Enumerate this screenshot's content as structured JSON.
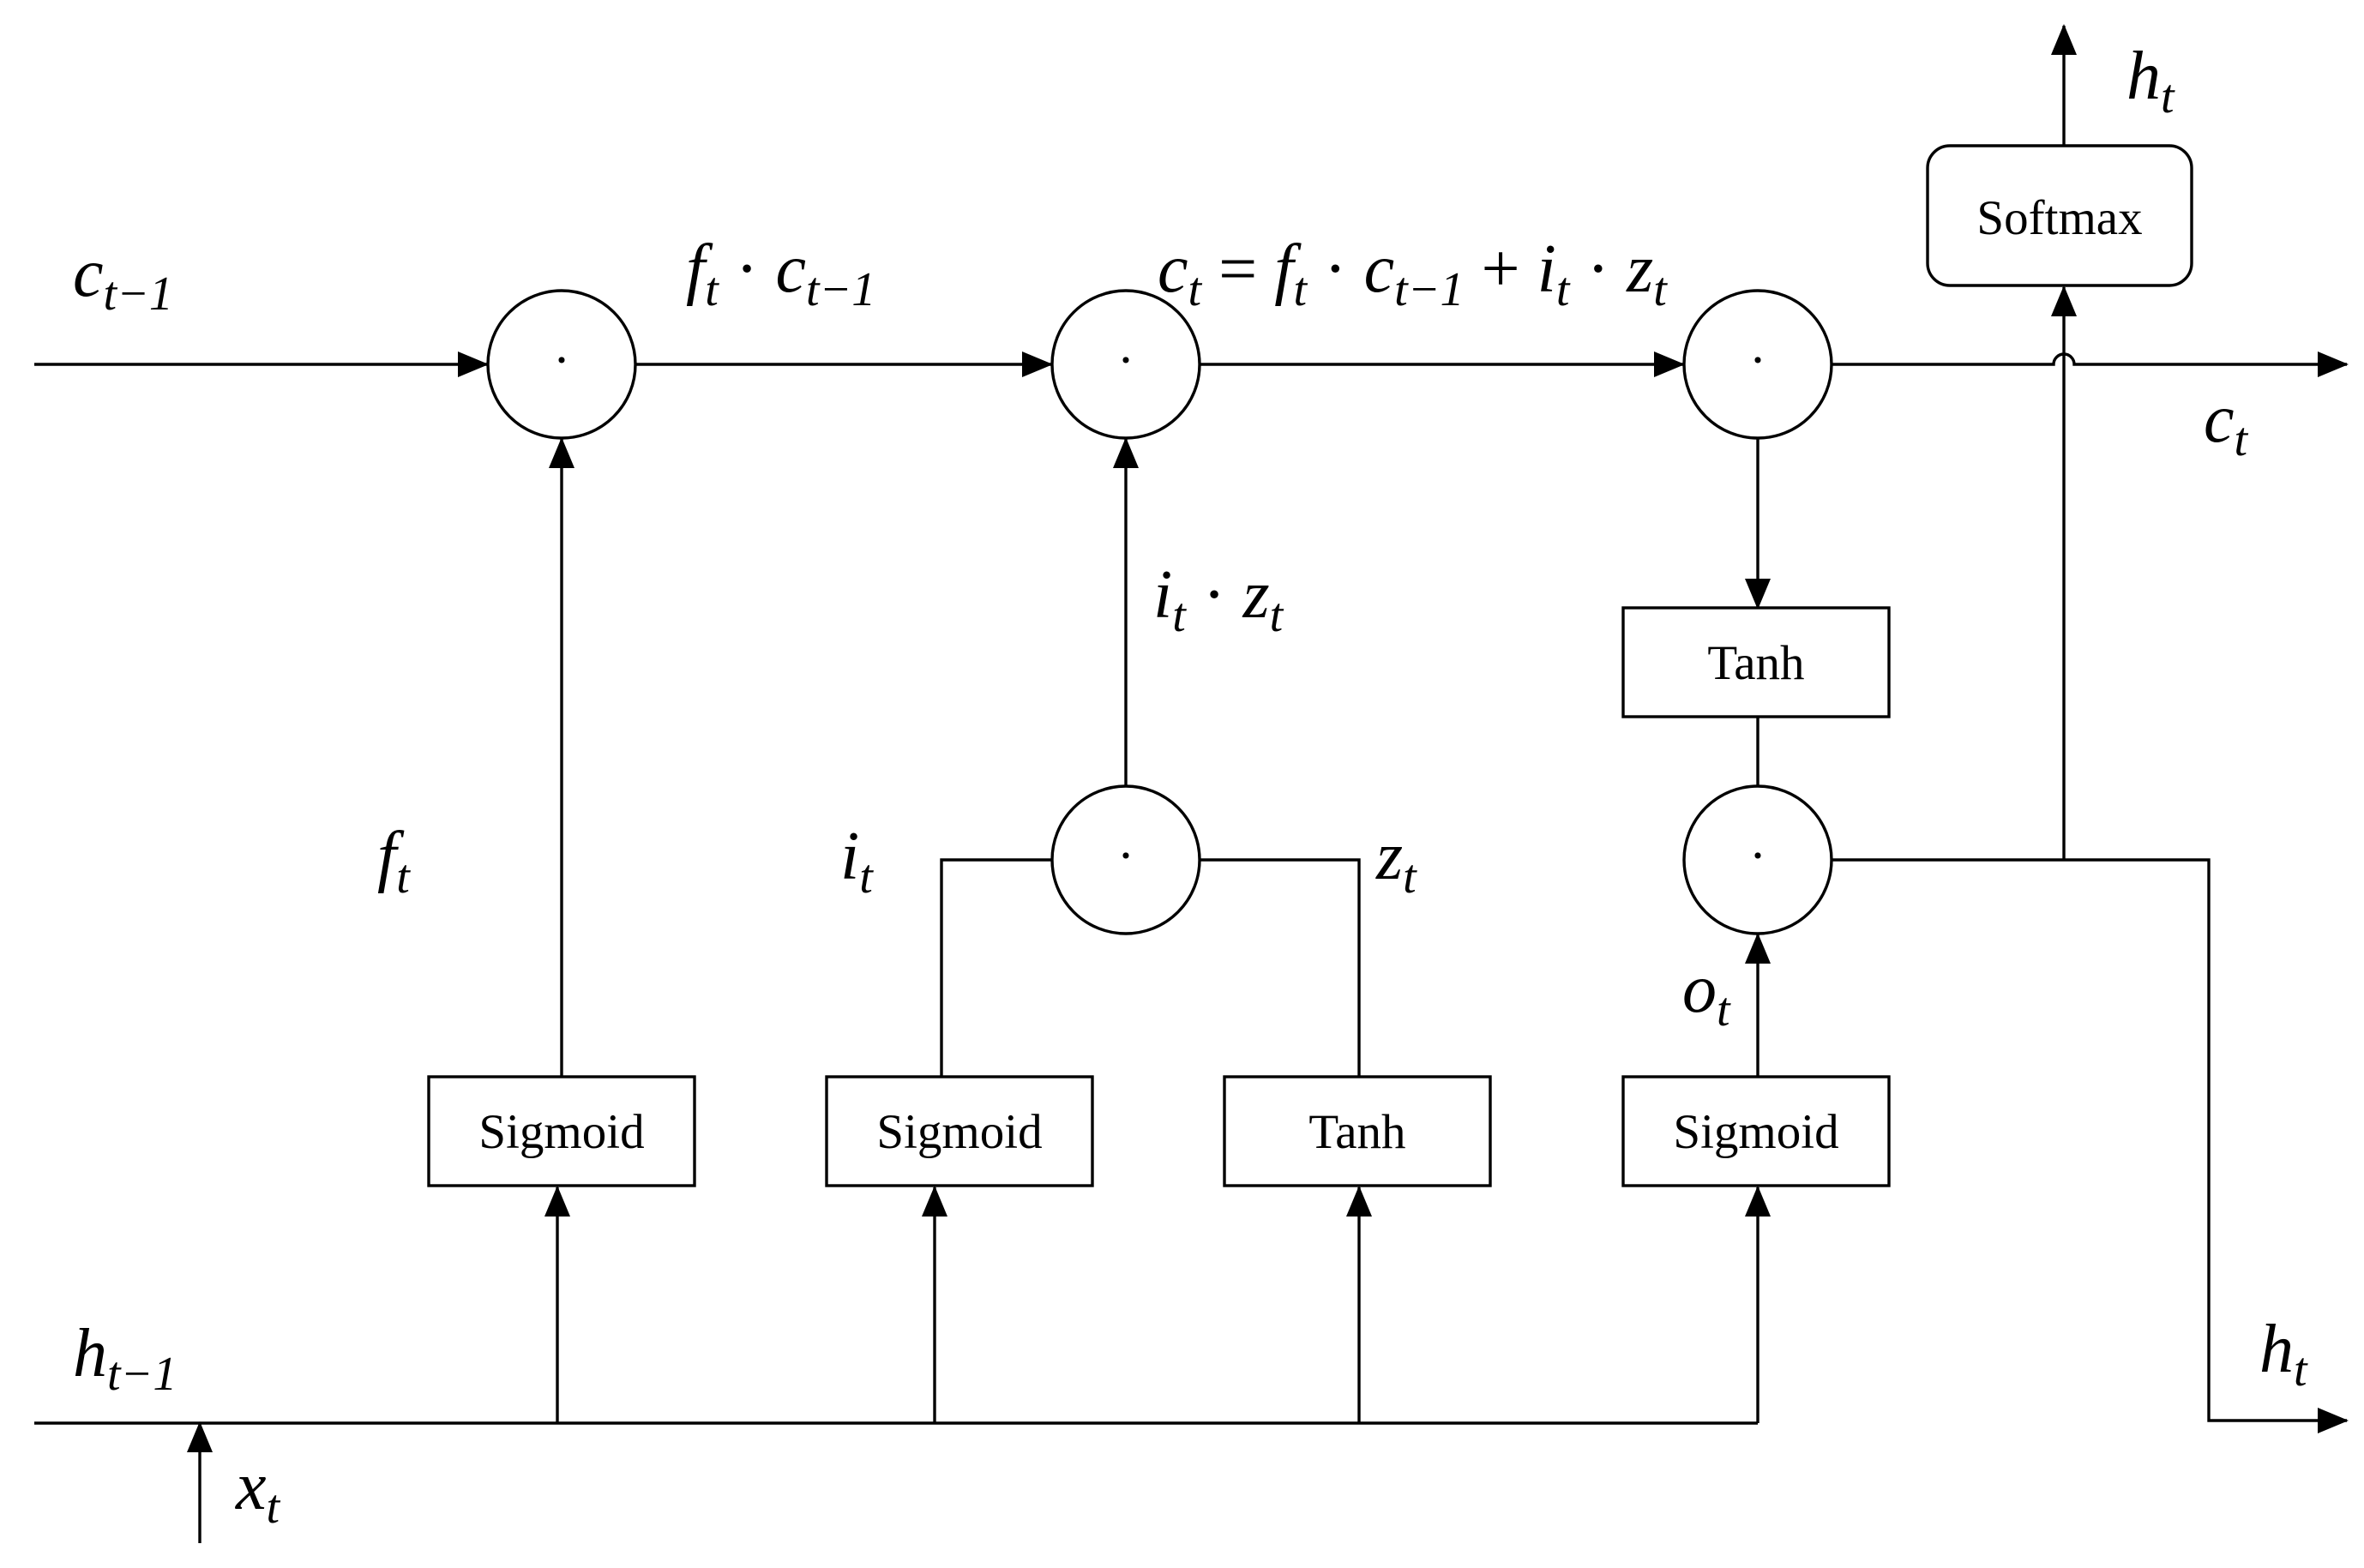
{
  "inputs": {
    "c_prev": {
      "base": "c",
      "sub": "t−1"
    },
    "h_prev": {
      "base": "h",
      "sub": "t−1"
    },
    "x": {
      "base": "x",
      "sub": "t"
    }
  },
  "outputs": {
    "c": {
      "base": "c",
      "sub": "t"
    },
    "h_top": {
      "base": "h",
      "sub": "t"
    },
    "h_right": {
      "base": "h",
      "sub": "t"
    }
  },
  "labels": {
    "forget_product": {
      "a": "f",
      "a_sub": "t",
      "op": " · ",
      "b": "c",
      "b_sub": "t−1"
    },
    "cell_update": {
      "lhs": "c",
      "lhs_sub": "t",
      "eq": " = ",
      "f": "f",
      "f_sub": "t",
      "dot1": " · ",
      "c": "c",
      "c_sub": "t−1",
      "plus": " + ",
      "i": "i",
      "i_sub": "t",
      "dot2": " · ",
      "z": "z",
      "z_sub": "t"
    },
    "input_product": {
      "a": "i",
      "a_sub": "t",
      "op": " · ",
      "b": "z",
      "b_sub": "t"
    },
    "f_gate": {
      "base": "f",
      "sub": "t"
    },
    "i_gate": {
      "base": "i",
      "sub": "t"
    },
    "z_gate": {
      "base": "z",
      "sub": "t"
    },
    "o_gate": {
      "base": "o",
      "sub": "t"
    }
  },
  "nodes": {
    "mul_symbol": "·"
  },
  "blocks": {
    "sigmoid_forget": "Sigmoid",
    "sigmoid_input": "Sigmoid",
    "tanh_candidate": "Tanh",
    "sigmoid_output": "Sigmoid",
    "tanh_cell": "Tanh",
    "softmax": "Softmax"
  }
}
